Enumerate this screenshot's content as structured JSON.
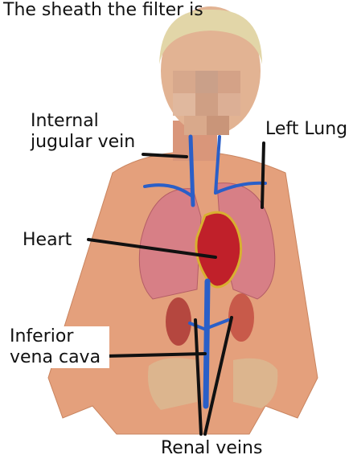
{
  "title": "The sheath the filter is",
  "labels": {
    "internal_jugular_vein": "Internal jugular vein",
    "left_lung": "Left Lung",
    "heart": "Heart",
    "inferior_vena_cava": "Inferior vena cava",
    "renal_veins": "Renal veins"
  },
  "colors": {
    "skin": "#e4a07c",
    "lung": "#d77f86",
    "heart": "#c0202a",
    "vein": "#2a5fc8",
    "kidney": "#b5473f",
    "leader_line": "#111111"
  }
}
